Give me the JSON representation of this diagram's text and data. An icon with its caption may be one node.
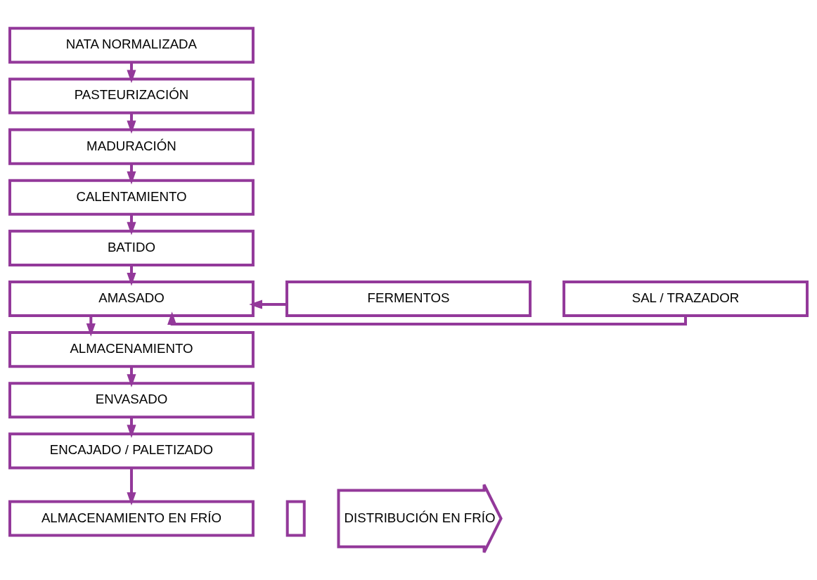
{
  "diagram": {
    "nodes": [
      {
        "text": [
          "NATA NORMALIZADA"
        ]
      },
      {
        "text": [
          "PASTEURIZACIÓN"
        ]
      },
      {
        "text": [
          "MADURACIÓN"
        ]
      },
      {
        "text": [
          "CALENTAMIENTO"
        ]
      },
      {
        "text": [
          "BATIDO"
        ]
      },
      {
        "text": [
          "FERMENTOS"
        ]
      },
      {
        "text": [
          "AMASADO"
        ]
      },
      {
        "text": [
          "SAL / TRAZADOR"
        ]
      },
      {
        "text": [
          "ALMACENAMIENTO"
        ]
      },
      {
        "text": [
          "ENVASADO"
        ]
      },
      {
        "text": [
          "ENCAJADO / PALETIZADO"
        ]
      },
      {
        "text": [
          "ALMACENAMIENTO EN FRÍO"
        ]
      },
      {
        "text": [],
        "shape": "bar"
      },
      {
        "text": [
          "DISTRIBUCIÓN EN FRÍO"
        ]
      }
    ],
    "edges": [
      {
        "from": 0,
        "to": 1,
        "arrow": "to"
      },
      {
        "from": 1,
        "to": 2,
        "arrow": "to"
      },
      {
        "from": 2,
        "to": 3,
        "arrow": "to"
      },
      {
        "from": 3,
        "to": 4,
        "arrow": "to"
      },
      {
        "from": 4,
        "to": 6,
        "arrow": "to"
      },
      {
        "from": 5,
        "to": 6,
        "arrow": "to"
      },
      {
        "from": 7,
        "to": 6,
        "arrow": "to"
      },
      {
        "from": 6,
        "to": 8,
        "arrow": "to"
      },
      {
        "from": 8,
        "to": 9,
        "arrow": "to"
      },
      {
        "from": 9,
        "to": 10,
        "arrow": "to"
      },
      {
        "from": 10,
        "to": 11,
        "arrow": "to"
      }
    ]
  }
}
